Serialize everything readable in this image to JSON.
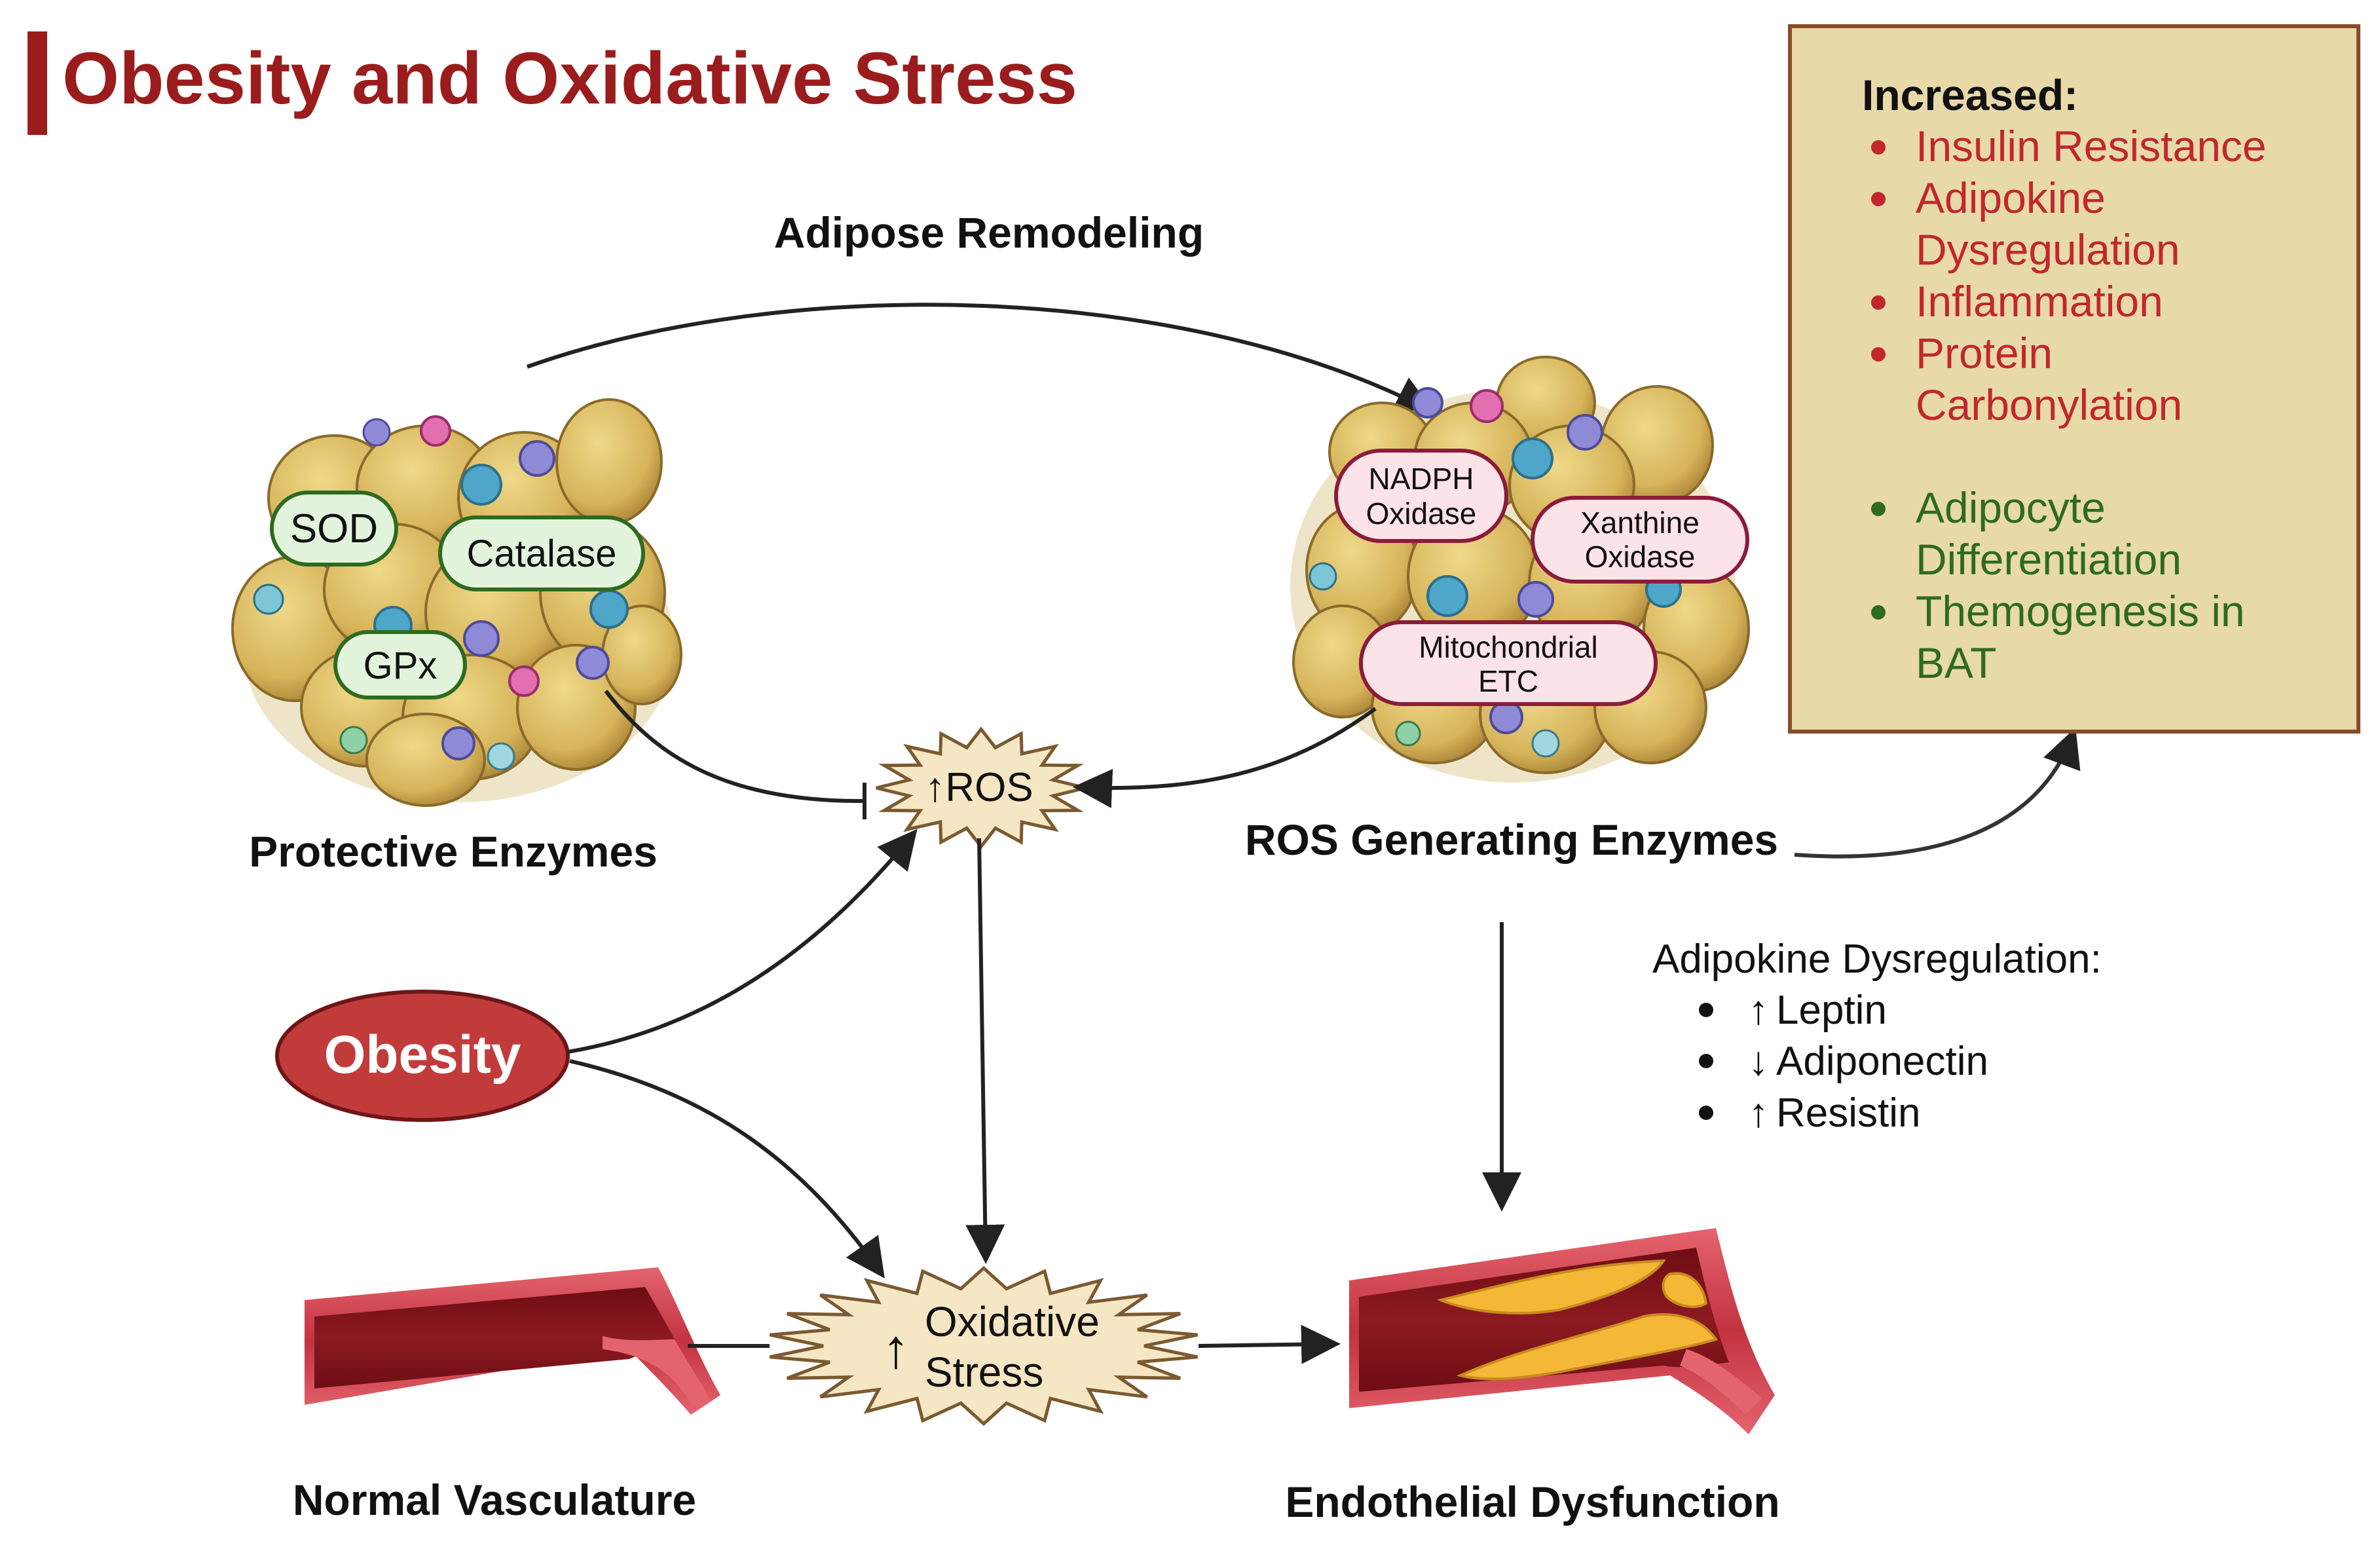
{
  "title": "Obesity and Oxidative Stress",
  "labels": {
    "adipose_remodeling": "Adipose Remodeling",
    "protective_enzymes": "Protective Enzymes",
    "ros_generating_enzymes": "ROS Generating Enzymes",
    "normal_vasculature": "Normal Vasculature",
    "endothelial_dysfunction": "Endothelial Dysfunction"
  },
  "protective_enzymes": [
    "SOD",
    "Catalase",
    "GPx"
  ],
  "ros_enzymes": {
    "nadph": [
      "NADPH",
      "Oxidase"
    ],
    "xanthine": [
      "Xanthine",
      "Oxidase"
    ],
    "mito": [
      "Mitochondrial",
      "ETC"
    ]
  },
  "ros": {
    "arrow": "↑",
    "label": "ROS"
  },
  "oxidative_stress": {
    "arrow": "↑",
    "lines": [
      "Oxidative",
      "Stress"
    ]
  },
  "obesity": "Obesity",
  "increased_box": {
    "heading": "Increased:",
    "red_lines": [
      "Insulin Resistance",
      "Adipokine",
      "Dysregulation",
      "Inflammation",
      "Protein",
      "Carbonylation"
    ],
    "green_lines": [
      "Adipocyte",
      "Differentiation",
      "Themogenesis in",
      "BAT"
    ]
  },
  "adipokine": {
    "heading": "Adipokine Dysregulation:",
    "items": [
      {
        "arrow": "↑",
        "label": "Leptin"
      },
      {
        "arrow": "↓",
        "label": "Adiponectin"
      },
      {
        "arrow": "↑",
        "label": "Resistin"
      }
    ]
  },
  "colors": {
    "title_red": "#9b1c1c",
    "red_text": "#c1272d",
    "green_text": "#2e6b1f",
    "box_fill": "#e8d9a8",
    "box_border": "#8a4a2a",
    "fat_cell": "#d9b860",
    "green_pill_fill": "#e3f4dd",
    "green_pill_border": "#2e6b1f",
    "pink_pill_fill": "#fbe3e7",
    "pink_pill_border": "#8a1c3a",
    "burst_fill": "#f5e6c4",
    "burst_stroke": "#7a5a30",
    "obesity_fill": "#c23b3b"
  }
}
